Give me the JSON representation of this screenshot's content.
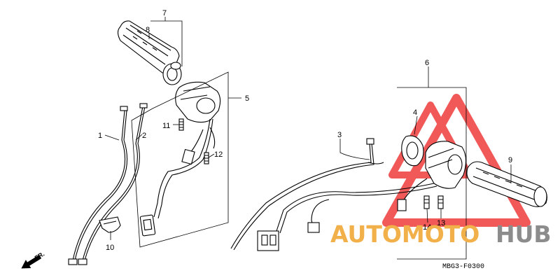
{
  "diagram": {
    "drawing_code": "MBG3-F0300",
    "direction_label": "FR.",
    "callouts": {
      "c1": "1",
      "c2": "2",
      "c3": "3",
      "c4": "4",
      "c5": "5",
      "c6": "6",
      "c7": "7",
      "c8": "8",
      "c9": "9",
      "c10": "10",
      "c11": "11",
      "c12": "12",
      "c13": "13",
      "c14": "14"
    }
  },
  "watermark": {
    "word_1": "AUTOMOTO",
    "word_2": "HUB",
    "color_orange": "#f2b04a",
    "color_gray": "#8c8c8c",
    "triangle_color": "#ef3b3b"
  }
}
